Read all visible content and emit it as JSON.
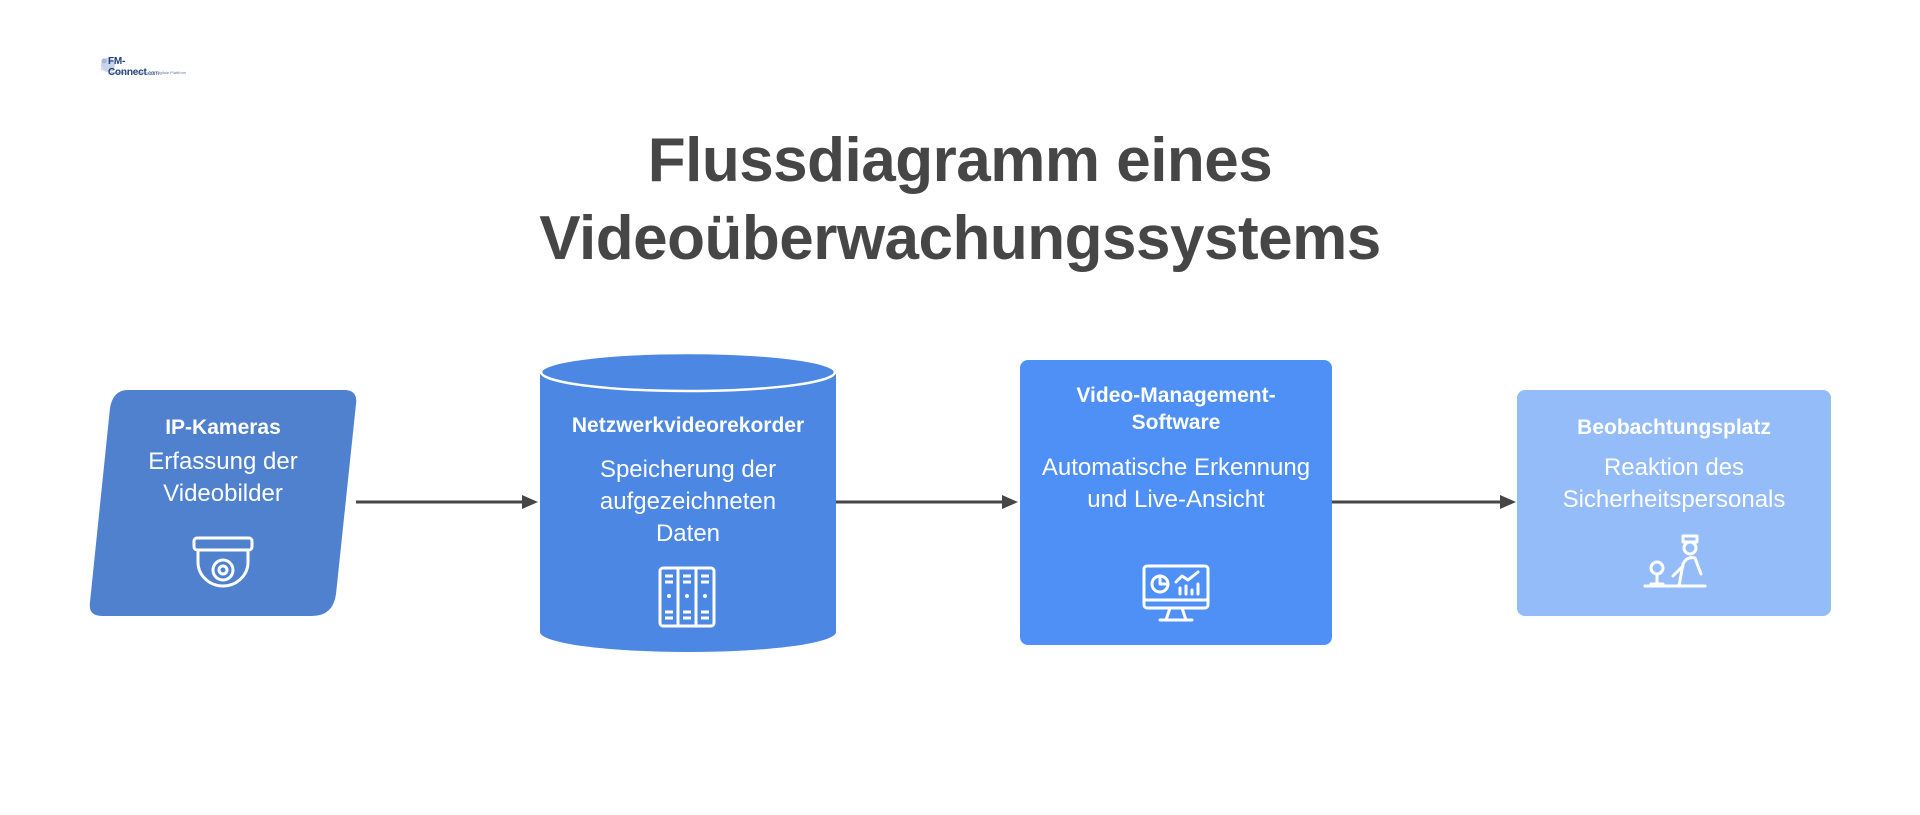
{
  "logo": {
    "brand": "FM-Connect",
    "brand_suffix": ".com",
    "tagline": "Fachwissen, Beratung und digitale Plattform"
  },
  "title": {
    "line1": "Flussdiagramm eines",
    "line2": "Videoüberwachungssystems"
  },
  "nodes": [
    {
      "heading": "IP-Kameras",
      "body": "Erfassung der Videobilder",
      "icon": "dome-camera-icon",
      "color": "#4f81cf"
    },
    {
      "heading": "Netzwerkvideorekorder",
      "body": "Speicherung der aufgezeichneten Daten",
      "icon": "server-rack-icon",
      "color": "#4b87e3"
    },
    {
      "heading": "Video-Management-Software",
      "body": "Automatische Erkennung und Live-Ansicht",
      "icon": "monitor-analytics-icon",
      "color": "#4e90f6"
    },
    {
      "heading": "Beobachtungsplatz",
      "body": "Reaktion des Sicherheitspersonals",
      "icon": "security-guard-icon",
      "color": "#93bcf9"
    }
  ],
  "arrow_color": "#464646"
}
